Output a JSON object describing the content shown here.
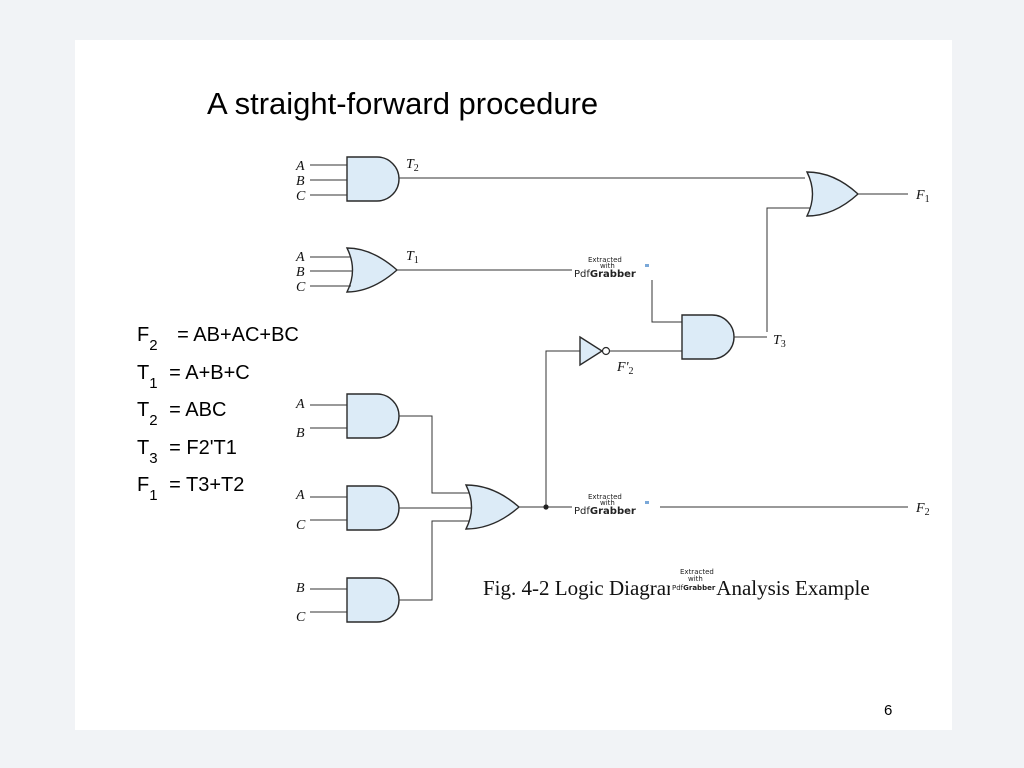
{
  "slide": {
    "title": "A straight-forward procedure",
    "page_number": "6"
  },
  "equations": [
    {
      "var": "F",
      "sub": "2",
      "rhs": "= AB+AC+BC"
    },
    {
      "var": "T",
      "sub": "1",
      "rhs": "= A+B+C"
    },
    {
      "var": "T",
      "sub": "2",
      "rhs": "= ABC"
    },
    {
      "var": "T",
      "sub": "3",
      "rhs": "= F2'T1"
    },
    {
      "var": "F",
      "sub": "1",
      "rhs": "= T3+T2"
    }
  ],
  "diagram": {
    "caption": "Fig. 4-2  Logic Diagram for Analysis Example",
    "labels": {
      "a": "A",
      "b": "B",
      "c": "C",
      "t": "T",
      "f": "F",
      "fprime": "F'",
      "n1": "1",
      "n2": "2",
      "n3": "3"
    },
    "watermark": {
      "line1": "Extracted",
      "line2": "with",
      "brand_pdf": "Pdf",
      "brand_grabber": "Grabber"
    }
  },
  "colors": {
    "gate_fill": "#dcebf7",
    "wire": "#333333",
    "panel": "#ffffff",
    "background": "#f1f3f6"
  }
}
